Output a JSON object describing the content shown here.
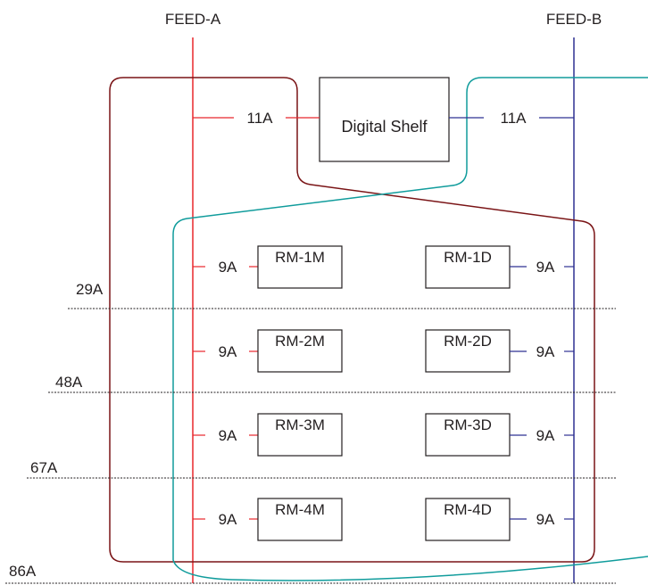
{
  "feeds": {
    "a": "FEED-A",
    "b": "FEED-B"
  },
  "colors": {
    "feed_a": "#e8262c",
    "feed_b": "#2e3192",
    "loop_a": "#7a1416",
    "loop_b": "#109c9c",
    "box": "#231f20"
  },
  "shelf": {
    "label": "Digital Shelf",
    "current_a": "11A",
    "current_b": "11A"
  },
  "rows": [
    {
      "left": "RM-1M",
      "right": "RM-1D",
      "current_a": "9A",
      "current_b": "9A",
      "total": "29A"
    },
    {
      "left": "RM-2M",
      "right": "RM-2D",
      "current_a": "9A",
      "current_b": "9A",
      "total": "48A"
    },
    {
      "left": "RM-3M",
      "right": "RM-3D",
      "current_a": "9A",
      "current_b": "9A",
      "total": "67A"
    },
    {
      "left": "RM-4M",
      "right": "RM-4D",
      "current_a": "9A",
      "current_b": "9A",
      "total": "86A"
    }
  ]
}
